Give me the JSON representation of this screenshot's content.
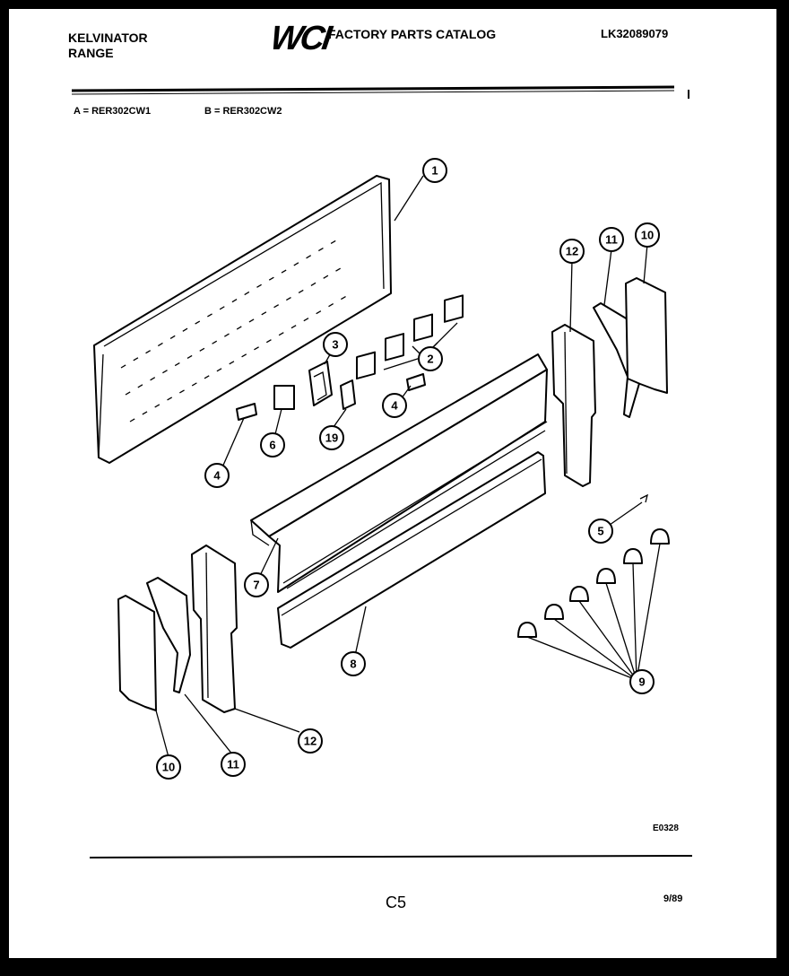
{
  "header": {
    "brand_line1": "KELVINATOR",
    "brand_line2": "RANGE",
    "logo": "WCI",
    "catalog_title": "FACTORY PARTS CATALOG",
    "catalog_number": "LK32089079"
  },
  "models": {
    "a": "A = RER302CW1",
    "b": "B = RER302CW2"
  },
  "callouts": [
    "1",
    "2",
    "3",
    "4",
    "4",
    "5",
    "6",
    "7",
    "8",
    "9",
    "10",
    "10",
    "11",
    "11",
    "12",
    "12",
    "19"
  ],
  "footer": {
    "drawing_code": "E0328",
    "page_number": "C5",
    "date": "9/89"
  }
}
